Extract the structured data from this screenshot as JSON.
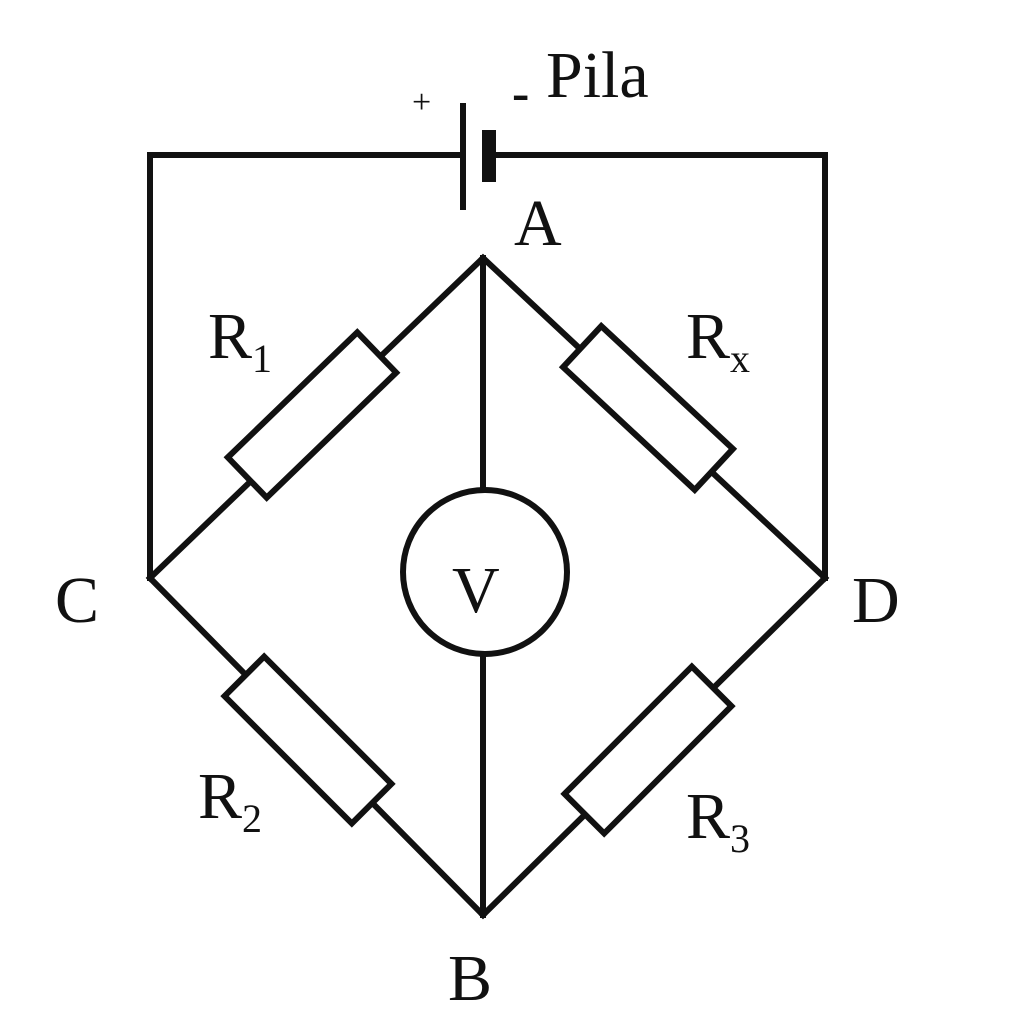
{
  "title": "Wheatstone bridge circuit",
  "battery": {
    "label": "Pila",
    "plus": "+",
    "minus": "-"
  },
  "nodes": {
    "a": "A",
    "b": "B",
    "c": "C",
    "d": "D"
  },
  "resistors": [
    {
      "letter": "R",
      "sub": "1"
    },
    {
      "letter": "R",
      "sub": "x"
    },
    {
      "letter": "R",
      "sub": "2"
    },
    {
      "letter": "R",
      "sub": "3"
    }
  ],
  "voltmeter": {
    "symbol": "V"
  },
  "colors": {
    "line": "#111111",
    "background": "#ffffff"
  }
}
